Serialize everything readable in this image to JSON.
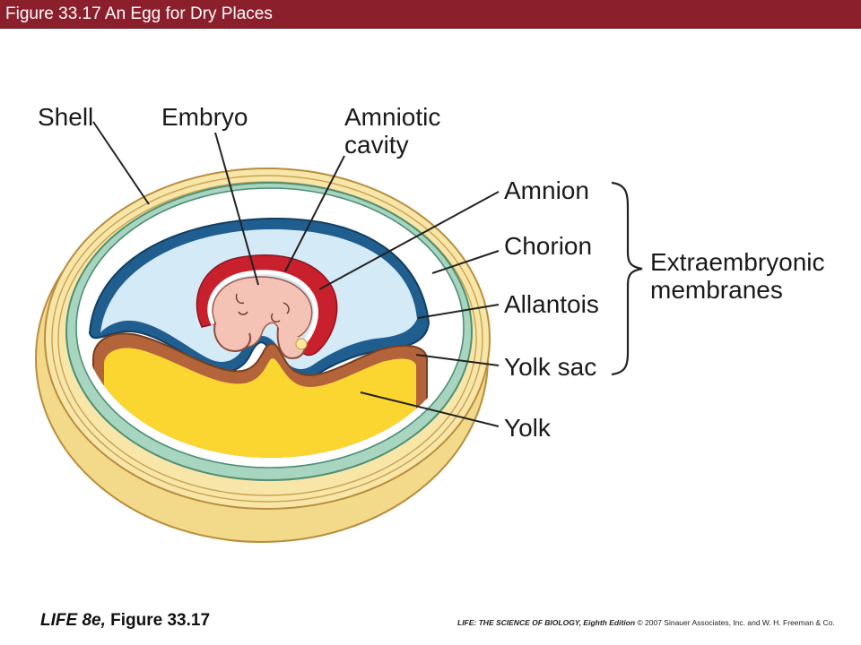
{
  "header": {
    "title": "Figure 33.17 An Egg for Dry Places"
  },
  "labels": {
    "shell": "Shell",
    "embryo": "Embryo",
    "amniotic_cavity": "Amniotic\ncavity",
    "amnion": "Amnion",
    "chorion": "Chorion",
    "allantois": "Allantois",
    "yolk_sac": "Yolk sac",
    "yolk": "Yolk",
    "extraembryonic": "Extraembryonic\nmembranes"
  },
  "footer": {
    "book": "LIFE 8e,",
    "figure": " Figure 33.17",
    "credit_title": "LIFE: THE SCIENCE OF BIOLOGY, Eighth Edition",
    "credit_rest": " © 2007 Sinauer Associates, Inc. and W. H. Freeman & Co."
  },
  "colors": {
    "title_bar": "#8c1f2c",
    "shell": "#f3d98a",
    "chorion": "#a8d5c0",
    "allantois": "#1f5e8e",
    "amniotic_fluid": "#d4eaf7",
    "amnion": "#c8202c",
    "embryo": "#f4c3b6",
    "yolk": "#fcd630",
    "yolk_sac": "#b3643a"
  }
}
